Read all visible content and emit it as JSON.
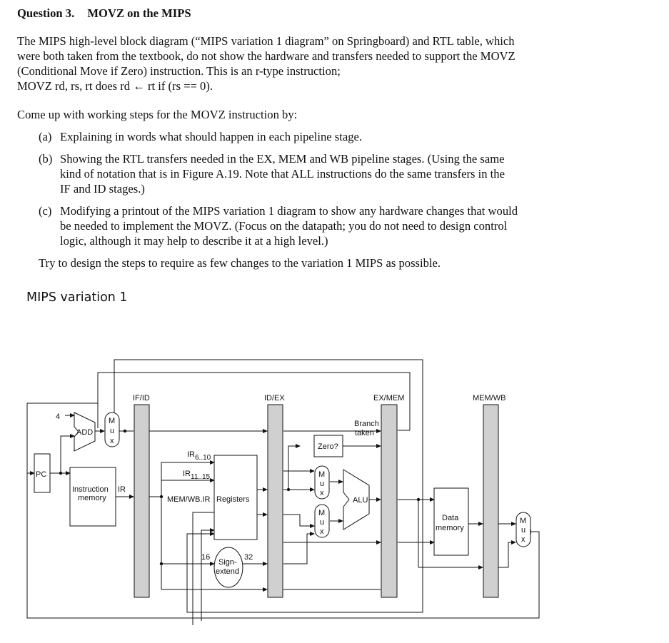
{
  "document": {
    "heading_number": "Question 3.",
    "heading_title": "MOVZ on the MIPS",
    "intro_lines": [
      "The MIPS high-level block diagram (“MIPS variation 1 diagram” on Springboard) and RTL table, which",
      "were both taken from the textbook, do not show the hardware and transfers needed to support the MOVZ",
      "(Conditional Move if Zero) instruction.    This is an r-type instruction;",
      "MOVZ rd, rs, rt does rd ← rt if (rs == 0)."
    ],
    "steps_intro": "Come up with working steps for the MOVZ instruction by:",
    "items": [
      {
        "label": "(a)",
        "lines": [
          "Explaining in words what should happen in each pipeline stage."
        ]
      },
      {
        "label": "(b)",
        "lines": [
          "Showing the RTL transfers needed in the EX, MEM and WB pipeline stages.    (Using the same",
          "kind of notation that is in Figure A.19.    Note that ALL instructions do the same transfers in the",
          "IF and ID stages.)"
        ]
      },
      {
        "label": "(c)",
        "lines": [
          "Modifying a printout of the MIPS variation 1 diagram to show any hardware changes that would",
          "be needed to implement the MOVZ.    (Focus on the datapath; you do not need to design control",
          "logic, although it may help to describe it at a high level.)"
        ]
      }
    ],
    "closing": "Try to design the steps to require as few changes to the variation 1 MIPS as possible.",
    "diagram_heading": "MIPS variation 1"
  },
  "diagram": {
    "pipeline_registers": [
      "IF/ID",
      "ID/EX",
      "EX/MEM",
      "MEM/WB"
    ],
    "blocks": {
      "pc": "PC",
      "add": "ADD",
      "add_const": "4",
      "instr_mem_line1": "Instruction",
      "instr_mem_line2": "memory",
      "ir": "IR",
      "ir_6_10_base": "IR",
      "ir_6_10_sub": "6..10",
      "ir_11_15_base": "IR",
      "ir_11_15_sub": "11..15",
      "memwb_ir": "MEM/WB.IR",
      "registers": "Registers",
      "zero": "Zero?",
      "branch_line1": "Branch",
      "branch_line2": "taken",
      "alu": "ALU",
      "data_mem_line1": "Data",
      "data_mem_line2": "memory",
      "sign_extend_line1": "Sign-",
      "sign_extend_line2": "extend",
      "width_in": "16",
      "width_out": "32",
      "mux_letters": [
        "M",
        "u",
        "x"
      ]
    }
  }
}
